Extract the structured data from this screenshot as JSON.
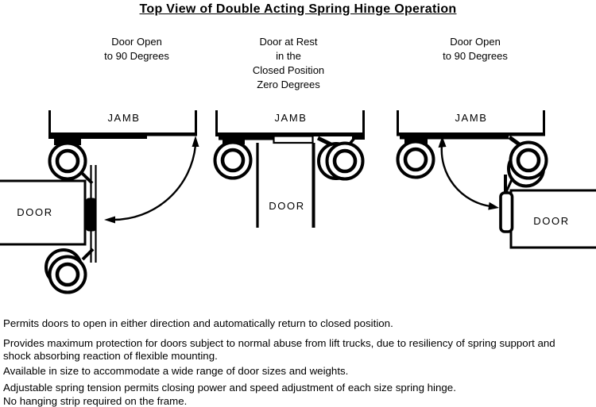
{
  "colors": {
    "ink": "#000000",
    "background": "#ffffff"
  },
  "title": "Top View of Double Acting Spring Hinge Operation",
  "diagrams": [
    {
      "id": "left",
      "caption_lines": [
        "Door Open",
        "to 90 Degrees"
      ],
      "jamb_label": "JAMB",
      "door_label": "DOOR"
    },
    {
      "id": "middle",
      "caption_lines": [
        "Door at Rest",
        "in the",
        "Closed Position",
        "Zero Degrees"
      ],
      "jamb_label": "JAMB",
      "door_label": "DOOR"
    },
    {
      "id": "right",
      "caption_lines": [
        "Door Open",
        "to 90 Degrees"
      ],
      "jamb_label": "JAMB",
      "door_label": "DOOR"
    }
  ],
  "notes": [
    {
      "lines": [
        "Permits doors to open in either direction and automatically return to closed position."
      ]
    },
    {
      "lines": [
        "Provides maximum protection for doors subject to normal abuse from lift trucks, due to resiliency of spring support and",
        "shock absorbing reaction of flexible mounting."
      ]
    },
    {
      "lines": [
        "Available in size to accommodate a wide range of door sizes and weights."
      ]
    },
    {
      "lines": [
        "Adjustable spring tension permits closing power and speed adjustment of each size spring hinge."
      ]
    },
    {
      "lines": [
        "No hanging strip required on the frame."
      ]
    }
  ]
}
